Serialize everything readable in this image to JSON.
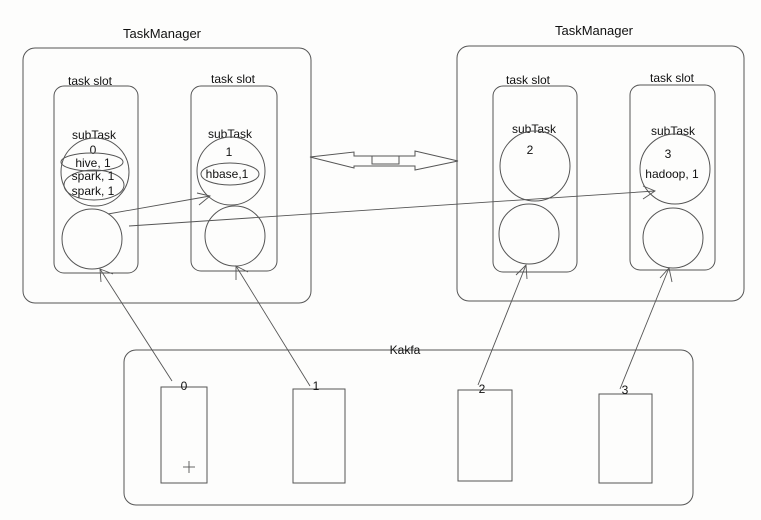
{
  "task_managers": [
    {
      "title": "TaskManager",
      "slots": [
        {
          "label": "task slot",
          "subtask_label": "subTask",
          "subtask_id": "0",
          "records": [
            "hive, 1",
            "spark, 1",
            "spark, 1"
          ]
        },
        {
          "label": "task slot",
          "subtask_label": "subTask",
          "subtask_id": "1",
          "records": [
            "hbase,1"
          ]
        }
      ]
    },
    {
      "title": "TaskManager",
      "slots": [
        {
          "label": "task slot",
          "subtask_label": "subTask",
          "subtask_id": "2",
          "records": []
        },
        {
          "label": "task slot",
          "subtask_label": "subTask",
          "subtask_id": "3",
          "records": [
            "hadoop, 1"
          ]
        }
      ]
    }
  ],
  "kafka": {
    "title": "Kakfa",
    "partitions": [
      "0",
      "1",
      "2",
      "3"
    ]
  },
  "connections": {
    "partition_to_source": [
      "0→slot0",
      "1→slot1",
      "2→slot2",
      "3→slot3"
    ],
    "shuffle": [
      "slot0-source→subTask1",
      "slot0-source→subTask3"
    ],
    "bidirectional_link": "TaskManager↔TaskManager"
  }
}
